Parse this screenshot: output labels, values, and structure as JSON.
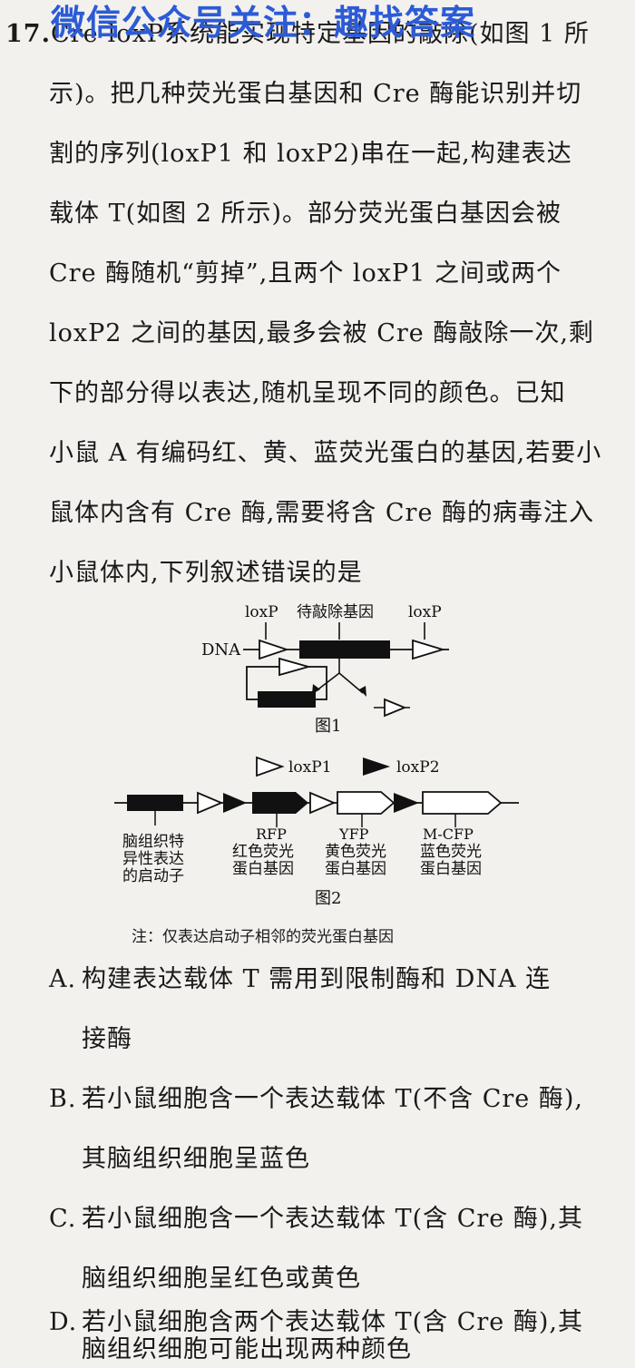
{
  "watermark": "微信公众号关注：趣找答案",
  "question": {
    "number": "17.",
    "lines": [
      "Cre-loxP系统能实现特定基因的敲除(如图 1 所",
      "示)。把几种荧光蛋白基因和 Cre 酶能识别并切",
      "割的序列(loxP1 和 loxP2)串在一起,构建表达",
      "载体 T(如图 2 所示)。部分荧光蛋白基因会被",
      "Cre 酶随机“剪掉”,且两个 loxP1 之间或两个",
      "loxP2 之间的基因,最多会被 Cre 酶敲除一次,剩",
      "下的部分得以表达,随机呈现不同的颜色。已知",
      "小鼠 A 有编码红、黄、蓝荧光蛋白的基因,若要小",
      "鼠体内含有 Cre 酶,需要将含 Cre 酶的病毒注入",
      "小鼠体内,下列叙述错误的是"
    ]
  },
  "figure1": {
    "label_loxp_left": "loxP",
    "label_target_gene": "待敲除基因",
    "label_loxp_right": "loxP",
    "label_dna": "DNA",
    "caption": "图1"
  },
  "figure2": {
    "legend_loxp1": "loxP1",
    "legend_loxp2": "loxP2",
    "promoter_label": [
      "脑组织特",
      "异性表达",
      "的启动子"
    ],
    "rfp_name": "RFP",
    "rfp_desc": [
      "红色荧光",
      "蛋白基因"
    ],
    "yfp_name": "YFP",
    "yfp_desc": [
      "黄色荧光",
      "蛋白基因"
    ],
    "mcfp_name": "M-CFP",
    "mcfp_desc": [
      "蓝色荧光",
      "蛋白基因"
    ],
    "caption": "图2"
  },
  "note": "注：仅表达启动子相邻的荧光蛋白基因",
  "options": [
    {
      "letter": "A.",
      "line1": "构建表达载体 T 需用到限制酶和 DNA 连",
      "line2": "接酶"
    },
    {
      "letter": "B.",
      "line1": "若小鼠细胞含一个表达载体 T(不含 Cre 酶),",
      "line2": "其脑组织细胞呈蓝色"
    },
    {
      "letter": "C.",
      "line1": "若小鼠细胞含一个表达载体 T(含 Cre 酶),其",
      "line2": "脑组织细胞呈红色或黄色"
    },
    {
      "letter": "D.",
      "line1": "若小鼠细胞含两个表达载体 T(含 Cre 酶),其",
      "line2": "脑组织细胞可能出现两种颜色"
    }
  ]
}
